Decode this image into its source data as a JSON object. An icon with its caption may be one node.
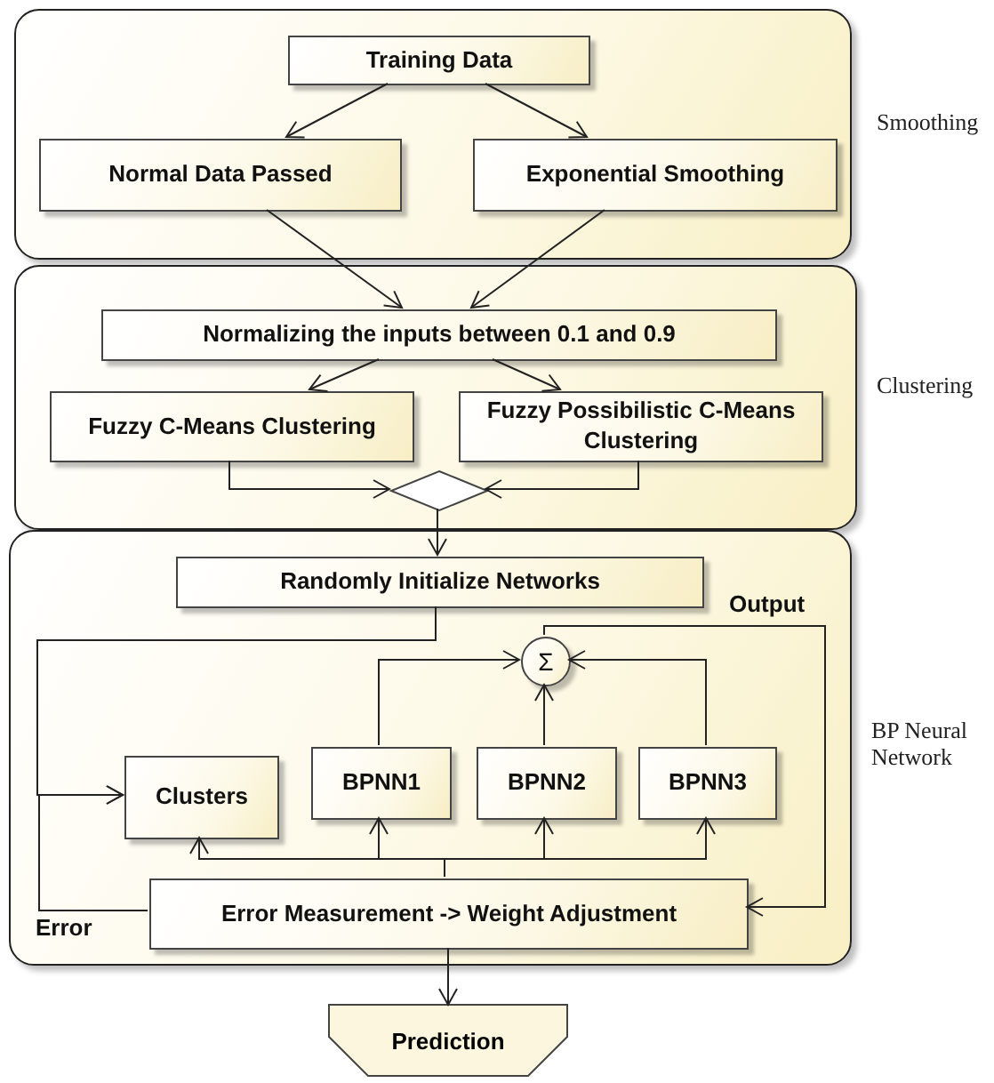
{
  "diagram": {
    "nodes": [
      {
        "text": [],
        "shape": "box",
        "beside": [
          "Smoothing"
        ]
      },
      {
        "text": [
          "Training Data"
        ],
        "in": 0
      },
      {
        "text": [
          "Normal Data Passed"
        ],
        "in": 0
      },
      {
        "text": [
          "Exponential Smoothing"
        ],
        "in": 0
      },
      {
        "text": [],
        "shape": "box",
        "beside": [
          "Clustering"
        ]
      },
      {
        "text": [
          "Normalizing the inputs between 0.1 and 0.9"
        ],
        "in": 4
      },
      {
        "text": [
          "Fuzzy C-Means Clustering"
        ],
        "in": 4
      },
      {
        "text": [
          "Fuzzy Possibilistic C-Means Clustering"
        ],
        "in": 4
      },
      {
        "text": [],
        "shape": "diamond",
        "in": 4
      },
      {
        "text": [],
        "shape": "box",
        "beside": [
          "BP Neural Network"
        ]
      },
      {
        "text": [
          "Randomly Initialize Networks"
        ],
        "in": 9
      },
      {
        "text": [
          "Σ"
        ],
        "in": 9
      },
      {
        "text": [
          "Clusters"
        ],
        "in": 9
      },
      {
        "text": [
          "BPNN1"
        ],
        "in": 9
      },
      {
        "text": [
          "BPNN2"
        ],
        "in": 9
      },
      {
        "text": [
          "BPNN3"
        ],
        "in": 9
      },
      {
        "text": [
          "Error Measurement -> Weight Adjustment"
        ],
        "in": 9
      },
      {
        "text": [
          "Prediction"
        ]
      }
    ],
    "edges": [
      {
        "from": 1,
        "to": 2,
        "arrow": "to"
      },
      {
        "from": 1,
        "to": 3,
        "arrow": "to"
      },
      {
        "from": 2,
        "to": 5,
        "arrow": "to"
      },
      {
        "from": 3,
        "to": 5,
        "arrow": "to"
      },
      {
        "from": 5,
        "to": 6,
        "arrow": "to"
      },
      {
        "from": 5,
        "to": 7,
        "arrow": "to"
      },
      {
        "from": 6,
        "to": 8,
        "arrow": "to"
      },
      {
        "from": 7,
        "to": 8,
        "arrow": "to"
      },
      {
        "from": 8,
        "to": 10,
        "arrow": "to"
      },
      {
        "from": 10,
        "to": 12,
        "arrow": "to"
      },
      {
        "from": 13,
        "to": 11,
        "arrow": "to"
      },
      {
        "from": 14,
        "to": 11,
        "arrow": "to"
      },
      {
        "from": 15,
        "to": 11,
        "arrow": "to"
      },
      {
        "from": 11,
        "to": 16,
        "arrow": "to",
        "label": "Output"
      },
      {
        "from": 16,
        "to": 12,
        "arrow": "to",
        "label": "Error"
      },
      {
        "from": 16,
        "to": 12,
        "arrow": "to"
      },
      {
        "from": 16,
        "to": 13,
        "arrow": "to"
      },
      {
        "from": 16,
        "to": 14,
        "arrow": "to"
      },
      {
        "from": 16,
        "to": 15,
        "arrow": "to"
      },
      {
        "from": 16,
        "to": 17,
        "arrow": "to"
      }
    ]
  }
}
